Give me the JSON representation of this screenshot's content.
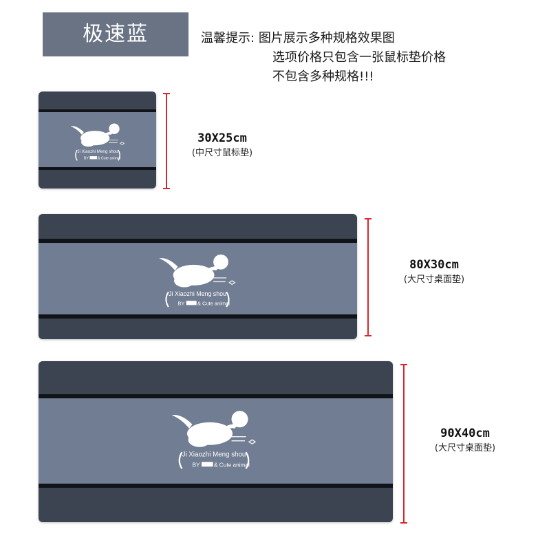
{
  "color_name": "极速蓝",
  "notice": {
    "label": "温馨提示:",
    "line1": "图片展示多种规格效果图",
    "line2": "选项价格只包含一张鼠标垫价格",
    "line3": "不包含多种规格!!!"
  },
  "logo": {
    "line1": "Ji Xiaozhi Meng shou",
    "by_prefix": "BY",
    "by_suffix": "& Cute animal"
  },
  "sizes": [
    {
      "dimension": "30X25cm",
      "description": "(中尺寸鼠标垫)"
    },
    {
      "dimension": "80X30cm",
      "description": "(大尺寸桌面垫)"
    },
    {
      "dimension": "90X40cm",
      "description": "(大尺寸桌面垫)"
    }
  ],
  "colors": {
    "pad_dark": "#3d4451",
    "pad_band": "#717d92",
    "stripe": "#101419",
    "tag_background": "#6a7384",
    "measure_line": "#d9252f"
  }
}
